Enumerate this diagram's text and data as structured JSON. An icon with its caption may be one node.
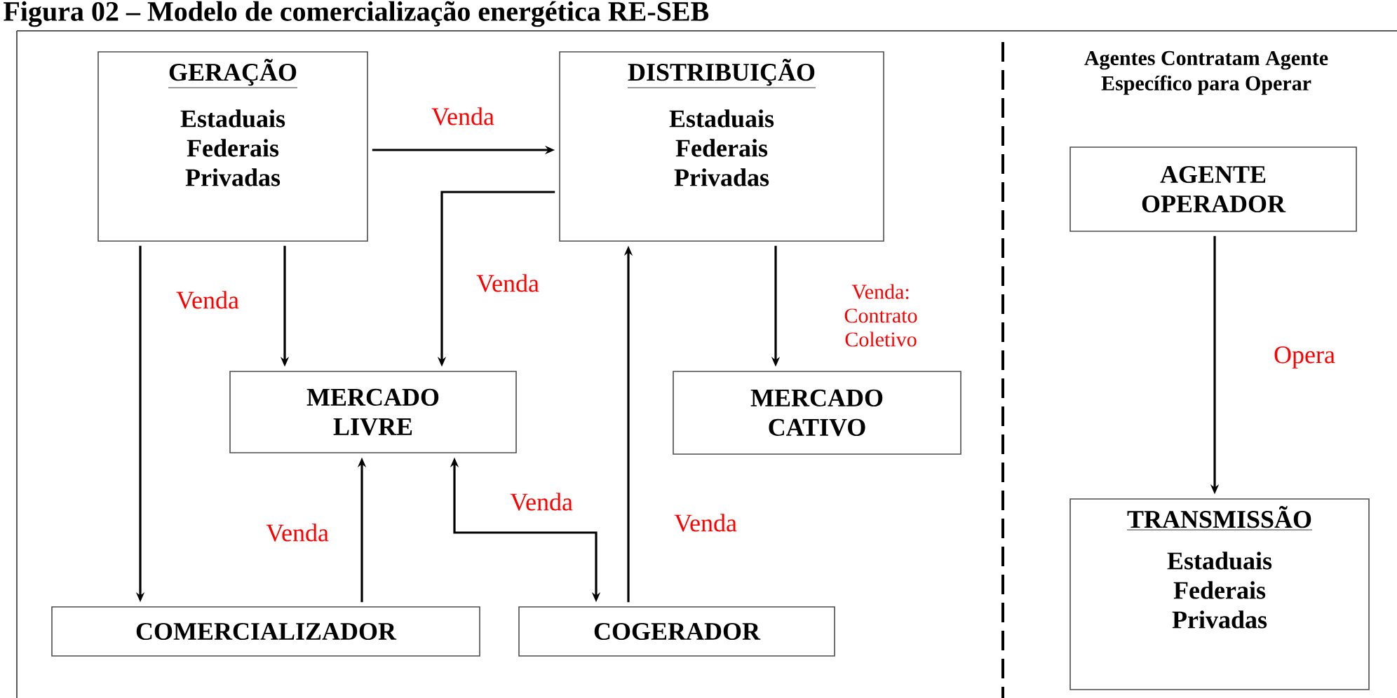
{
  "diagram": {
    "title": "Figura 02 – Modelo de comercialização energética RE-SEB",
    "nodes": [
      {
        "text": [
          "GERAÇÃO",
          "Estaduais Federais Privadas"
        ]
      },
      {
        "text": [
          "DISTRIBUIÇÃO",
          "Estaduais Federais Privadas"
        ]
      },
      {
        "text": [
          "MERCADO LIVRE"
        ]
      },
      {
        "text": [
          "MERCADO CATIVO"
        ]
      },
      {
        "text": [
          "COMERCIALIZADOR"
        ]
      },
      {
        "text": [
          "COGERADOR"
        ]
      },
      {
        "text": [
          "AGENTE OPERADOR"
        ]
      },
      {
        "text": [
          "TRANSMISSÃO",
          "Estaduais Federais Privadas"
        ]
      }
    ],
    "edges": [
      {
        "from": 0,
        "to": 1,
        "arrow": "to",
        "label": "Venda"
      },
      {
        "from": 0,
        "to": 2,
        "arrow": "to"
      },
      {
        "from": 0,
        "to": 4,
        "arrow": "to",
        "label": "Venda"
      },
      {
        "from": 1,
        "to": 2,
        "arrow": "to",
        "label": "Venda"
      },
      {
        "from": 1,
        "to": 3,
        "arrow": "to",
        "label": "Venda: Contrato Coletivo"
      },
      {
        "from": 4,
        "to": 2,
        "arrow": "to",
        "label": "Venda"
      },
      {
        "from": 2,
        "to": 5,
        "arrow": "both",
        "label": "Venda"
      },
      {
        "from": 5,
        "to": 1,
        "arrow": "to",
        "label": "Venda"
      },
      {
        "from": 6,
        "to": 7,
        "arrow": "to",
        "label": "Opera"
      }
    ],
    "labels": [
      "Agentes Contratam Agente Específico para Operar"
    ]
  }
}
